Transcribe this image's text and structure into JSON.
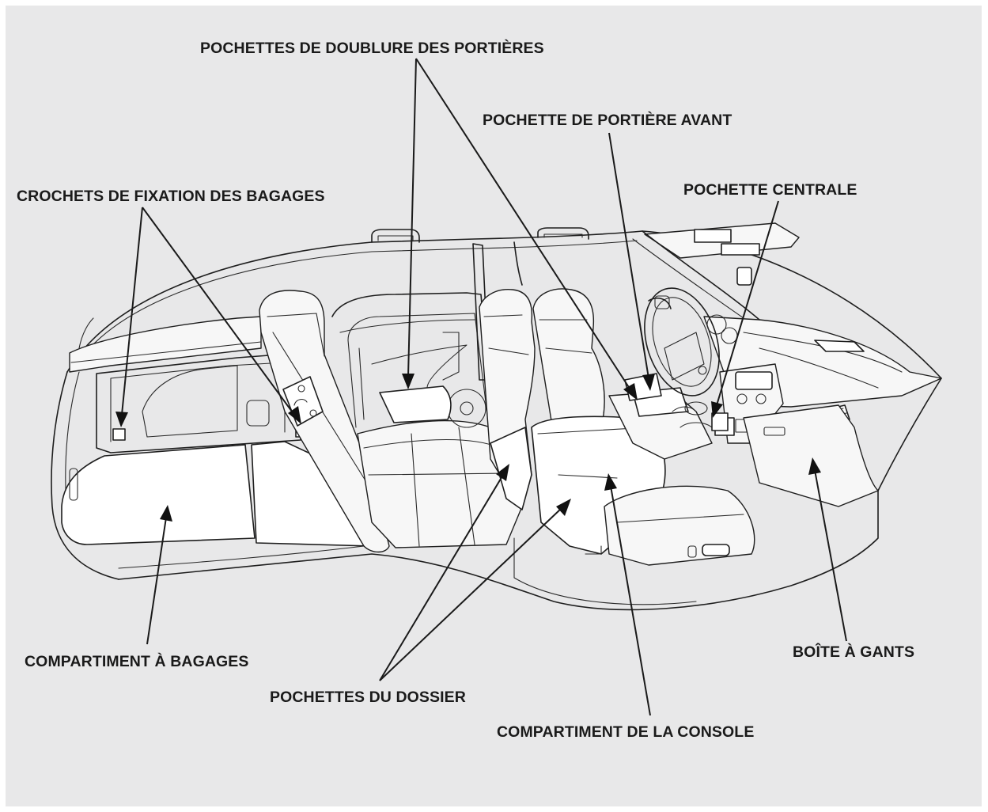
{
  "labels": {
    "door_lining_pockets": "POCHETTES DE DOUBLURE DES PORTIÈRES",
    "front_door_pocket": "POCHETTE DE PORTIÈRE AVANT",
    "cargo_hooks": "CROCHETS DE FIXATION DES BAGAGES",
    "center_pocket": "POCHETTE CENTRALE",
    "cargo_area": "COMPARTIMENT À BAGAGES",
    "seat_back_pockets": "POCHETTES DU DOSSIER",
    "glove_box": "BOÎTE À GANTS",
    "console_compartment": "COMPARTIMENT DE LA CONSOLE"
  },
  "colors": {
    "background": "#e8e8e9",
    "line": "#1e1e1e",
    "highlight": "#ffffff"
  }
}
